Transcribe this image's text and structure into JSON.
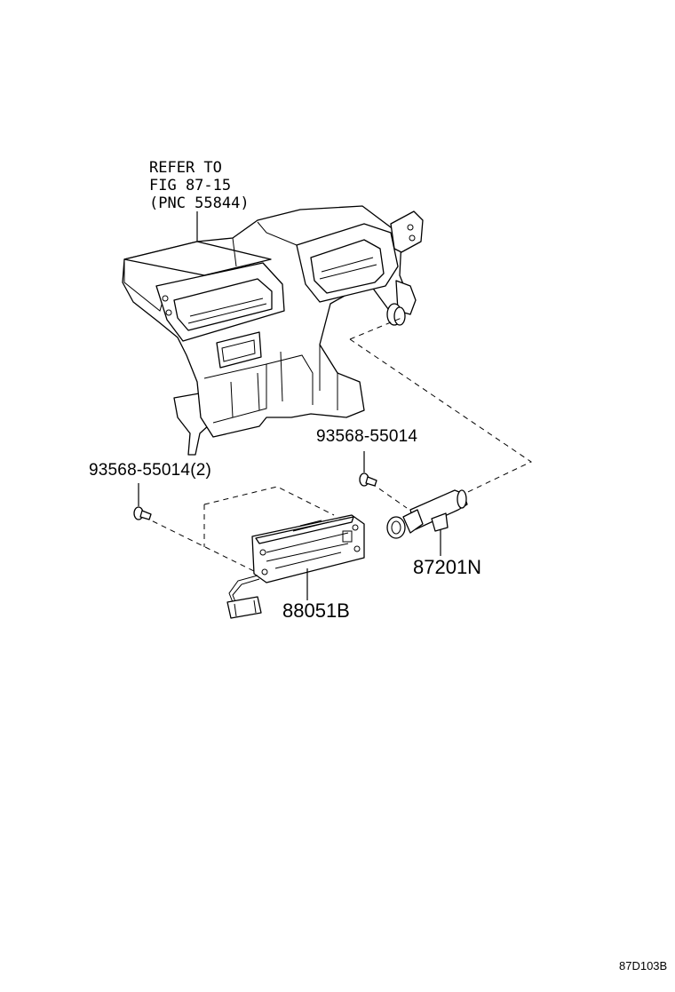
{
  "refer_note": {
    "line1": "REFER TO",
    "line2": "FIG 87-15",
    "line3": "(PNC 55844)"
  },
  "callouts": {
    "screw_right": "93568-55014",
    "screw_left": "93568-55014(2)",
    "sensor": "87201N",
    "module": "88051B"
  },
  "figure_code": "87D103B",
  "parts": {
    "duct": "dash-center-air-duct",
    "screw_a": "screw-icon",
    "screw_b": "screw-icon",
    "sensor": "temperature-sensor-icon",
    "module": "control-module-icon"
  }
}
